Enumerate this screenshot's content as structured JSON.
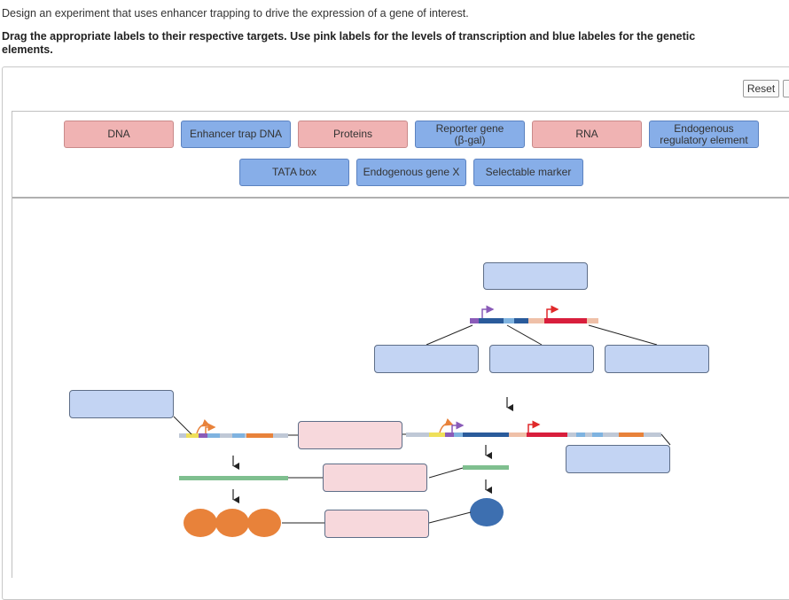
{
  "instructions": {
    "line1": "Design an experiment that uses enhancer trapping to drive the expression of a gene of interest.",
    "line2": "Drag the appropriate labels to their respective targets. Use pink labels for the levels of transcription and blue labeles for the genetic elements."
  },
  "reset_label": "Reset",
  "labels": [
    {
      "id": "dna",
      "text": "DNA",
      "color": "pink"
    },
    {
      "id": "enhancer-trap-dna",
      "text": "Enhancer trap DNA",
      "color": "blue"
    },
    {
      "id": "proteins",
      "text": "Proteins",
      "color": "pink"
    },
    {
      "id": "reporter-gene",
      "line1": "Reporter gene",
      "line2": "(β-gal)",
      "color": "blue"
    },
    {
      "id": "rna",
      "text": "RNA",
      "color": "pink"
    },
    {
      "id": "endogenous-regulatory-element",
      "line1": "Endogenous",
      "line2": "regulatory element",
      "color": "blue"
    },
    {
      "id": "tata-box",
      "text": "TATA box",
      "color": "blue"
    },
    {
      "id": "endogenous-gene-x",
      "text": "Endogenous gene X",
      "color": "blue"
    },
    {
      "id": "selectable-marker",
      "text": "Selectable marker",
      "color": "blue"
    }
  ],
  "colors": {
    "pink_label": "#f0b3b3",
    "blue_label": "#87aee8",
    "target_blue": "#c3d4f3",
    "target_pink": "#f7d8dc",
    "rna_strand": "#7fbf8f",
    "protein_orange": "#e8823a",
    "protein_blue": "#3d6fb0",
    "promoter_arrow_red": "#e0292a",
    "promoter_arrow_purple": "#8a5bb8",
    "promoter_arrow_orange": "#e8823a"
  }
}
